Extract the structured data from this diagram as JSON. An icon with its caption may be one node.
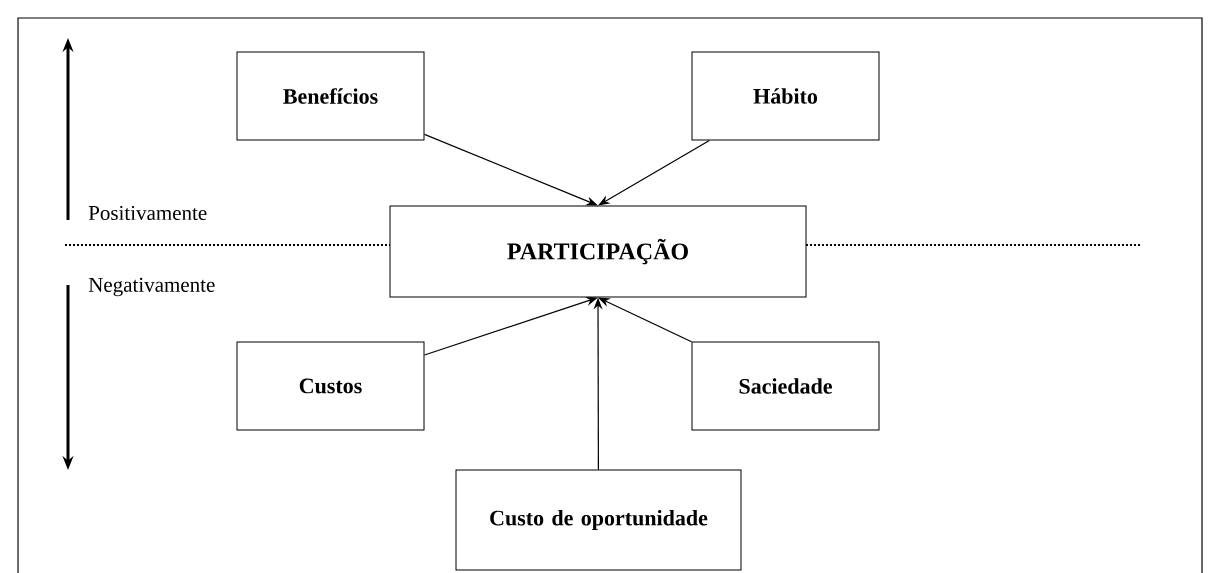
{
  "diagram": {
    "nodes": [
      {
        "text": [
          "Benefícios"
        ]
      },
      {
        "text": [
          "Hábito"
        ]
      },
      {
        "text": [
          "PARTICIPAÇÃO"
        ]
      },
      {
        "text": [
          "Custos"
        ]
      },
      {
        "text": [
          "Saciedade"
        ]
      },
      {
        "text": [
          "Custo de oportunidade"
        ]
      }
    ],
    "edges": [
      {
        "from": 0,
        "to": 2,
        "arrow": "to"
      },
      {
        "from": 1,
        "to": 2,
        "arrow": "to"
      },
      {
        "from": 3,
        "to": 2,
        "arrow": "to"
      },
      {
        "from": 4,
        "to": 2,
        "arrow": "to"
      },
      {
        "from": 5,
        "to": 2,
        "arrow": "to"
      }
    ],
    "labels": [
      "Positivamente",
      "Negativamente"
    ]
  }
}
